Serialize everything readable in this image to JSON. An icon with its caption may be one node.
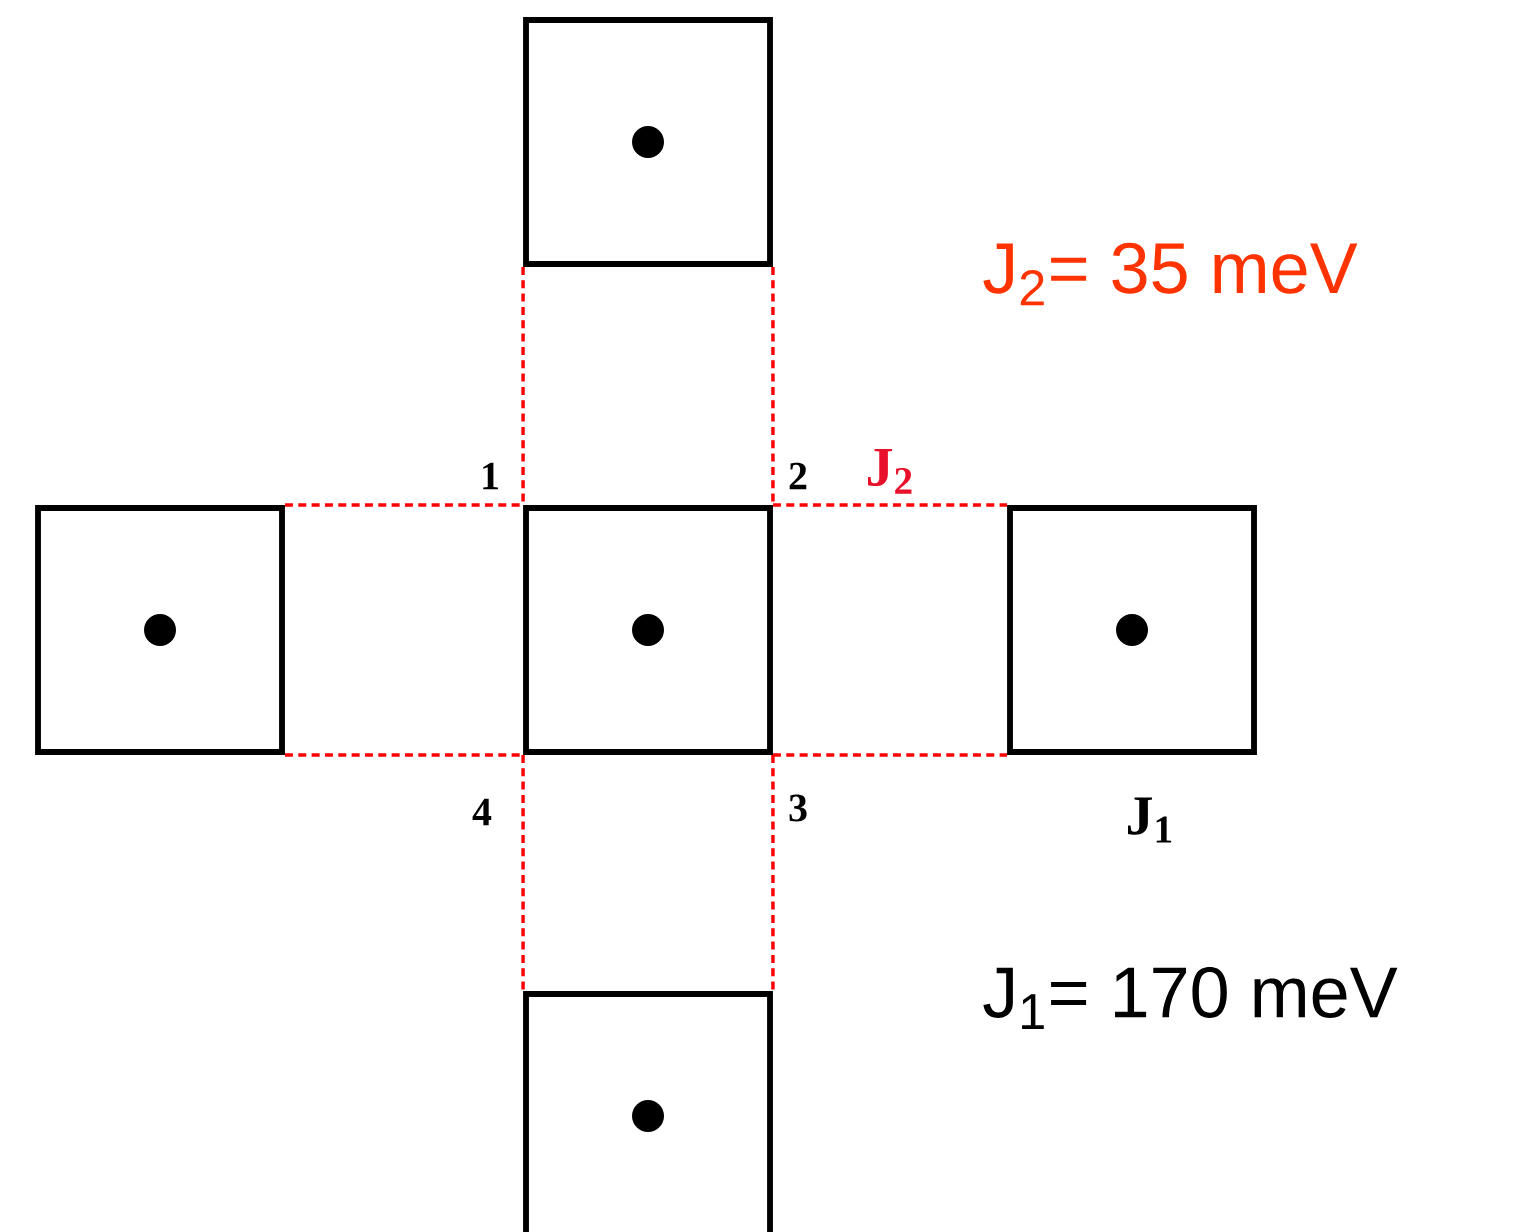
{
  "diagram": {
    "nodes": [
      {
        "text": [],
        "shape": "box"
      },
      {
        "text": [],
        "shape": "box"
      },
      {
        "text": [],
        "shape": "box"
      },
      {
        "text": [],
        "shape": "box"
      },
      {
        "text": [],
        "shape": "box"
      }
    ],
    "edges": [
      {
        "from": 0,
        "to": 2,
        "arrow": "none",
        "style": "dashed"
      },
      {
        "from": 0,
        "to": 2,
        "arrow": "none",
        "style": "dashed"
      },
      {
        "from": 1,
        "to": 2,
        "arrow": "none",
        "style": "dashed"
      },
      {
        "from": 1,
        "to": 2,
        "arrow": "none",
        "style": "dashed"
      },
      {
        "from": 2,
        "to": 3,
        "arrow": "none",
        "style": "dashed",
        "label": "J$_{2}$"
      },
      {
        "from": 2,
        "to": 3,
        "arrow": "none",
        "style": "dashed"
      },
      {
        "from": 2,
        "to": 4,
        "arrow": "none",
        "style": "dashed"
      },
      {
        "from": 2,
        "to": 4,
        "arrow": "none",
        "style": "dashed"
      }
    ],
    "labels": [
      "J$_{2}$= 35  meV",
      "1",
      "2",
      "4",
      "3",
      "J$_{1}$",
      "J$_{1}$= 170 meV"
    ]
  }
}
